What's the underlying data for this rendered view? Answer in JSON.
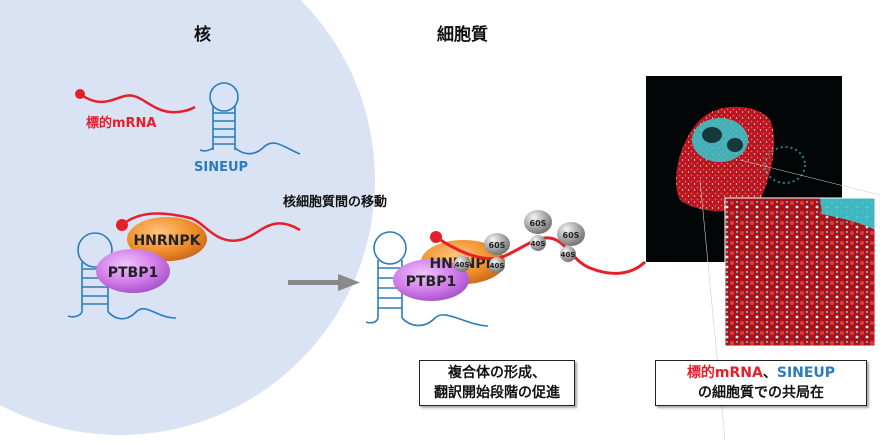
{
  "regions": {
    "nucleus_label": "核",
    "cytoplasm_label": "細胞質"
  },
  "molecules": {
    "target_mrna_label": "標的mRNA",
    "sineup_label": "SINEUP",
    "hnrnpk_label": "HNRNPK",
    "ptbp1_label": "PTBP1",
    "ribosome_large_label": "60S",
    "ribosome_small_label": "40S"
  },
  "arrow_label": "核細胞質間の移動",
  "boxes": {
    "complex_box": {
      "line1": "複合体の形成、",
      "line2": "翻訳開始段階の促進"
    },
    "colocalization_box": {
      "line1_red": "標的mRNA",
      "line1_sep": "、",
      "line1_blue": "SINEUP",
      "line2": "の細胞質での共局在"
    }
  },
  "colors": {
    "nucleus_fill": "#d9e3f3",
    "mrna": "#e5202a",
    "sineup": "#2a7cc0",
    "hnrnpk": "#f0902a",
    "ptbp1": "#cf7ae8",
    "ribosome": "#a8a8a8",
    "arrow": "#8a8a8a"
  },
  "micrograph": {
    "description": "fluorescence micrograph (red mRNA, cyan SINEUP) with zoomed inset"
  }
}
